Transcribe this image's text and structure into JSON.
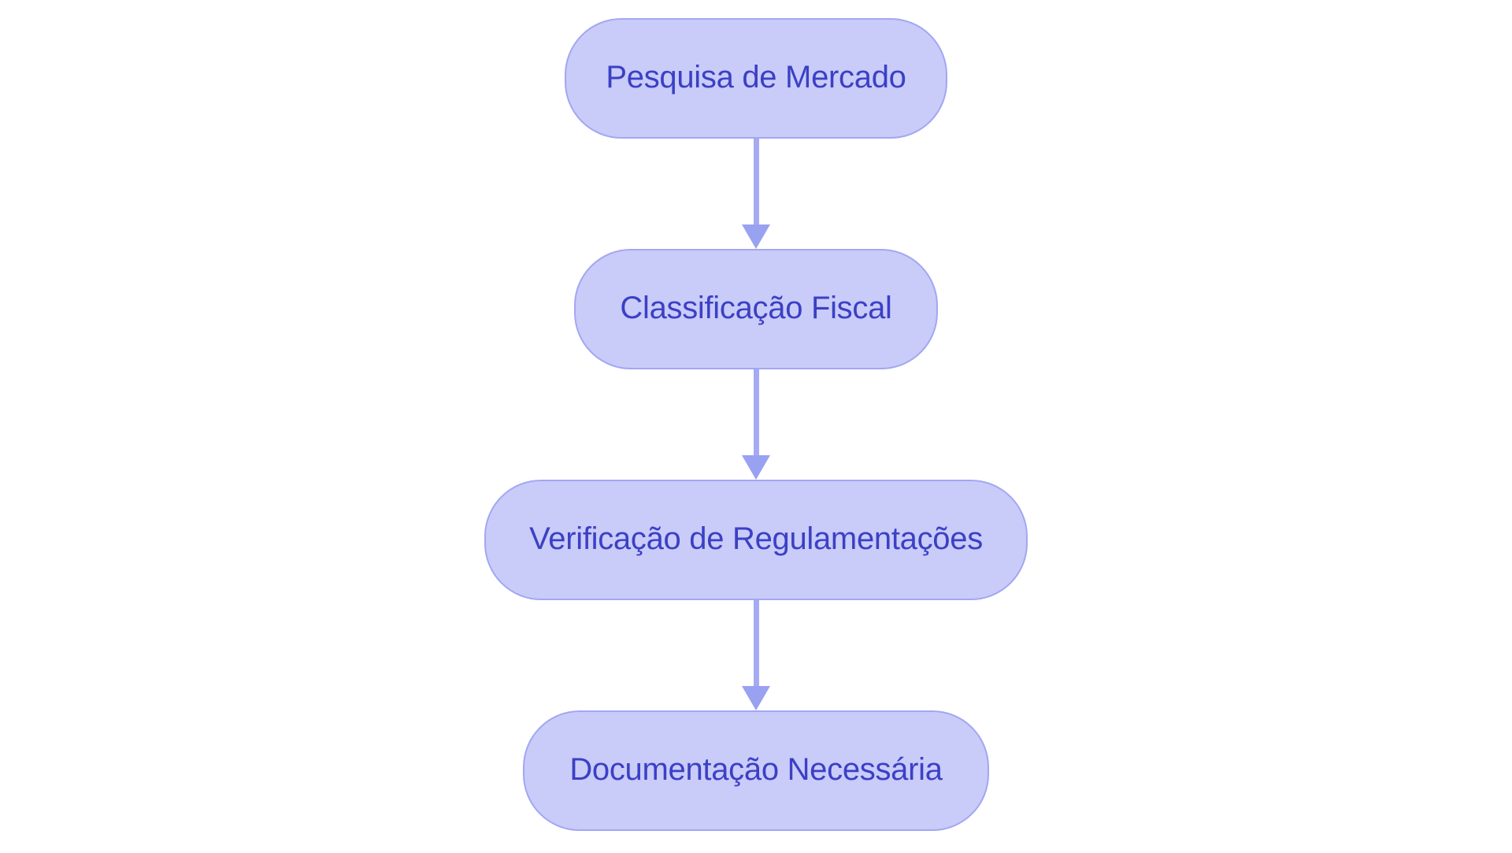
{
  "diagram": {
    "type": "flowchart",
    "direction": "top-down",
    "background_color": "#ffffff",
    "node_fill_color": "#c9cbf9",
    "node_border_color": "#a2a7f2",
    "node_text_color": "#3b40c4",
    "arrow_color": "#a0a7f2",
    "nodes": [
      {
        "id": "pesquisa-de-mercado",
        "label": "Pesquisa de Mercado"
      },
      {
        "id": "classificacao-fiscal",
        "label": "Classificação Fiscal"
      },
      {
        "id": "verificacao-de-regulamentacoes",
        "label": "Verificação de Regulamentações"
      },
      {
        "id": "documentacao-necessaria",
        "label": "Documentação Necessária"
      }
    ],
    "edges": [
      {
        "from": "Pesquisa de Mercado",
        "to": "Classificação Fiscal"
      },
      {
        "from": "Classificação Fiscal",
        "to": "Verificação de Regulamentações"
      },
      {
        "from": "Verificação de Regulamentações",
        "to": "Documentação Necessária"
      }
    ]
  }
}
